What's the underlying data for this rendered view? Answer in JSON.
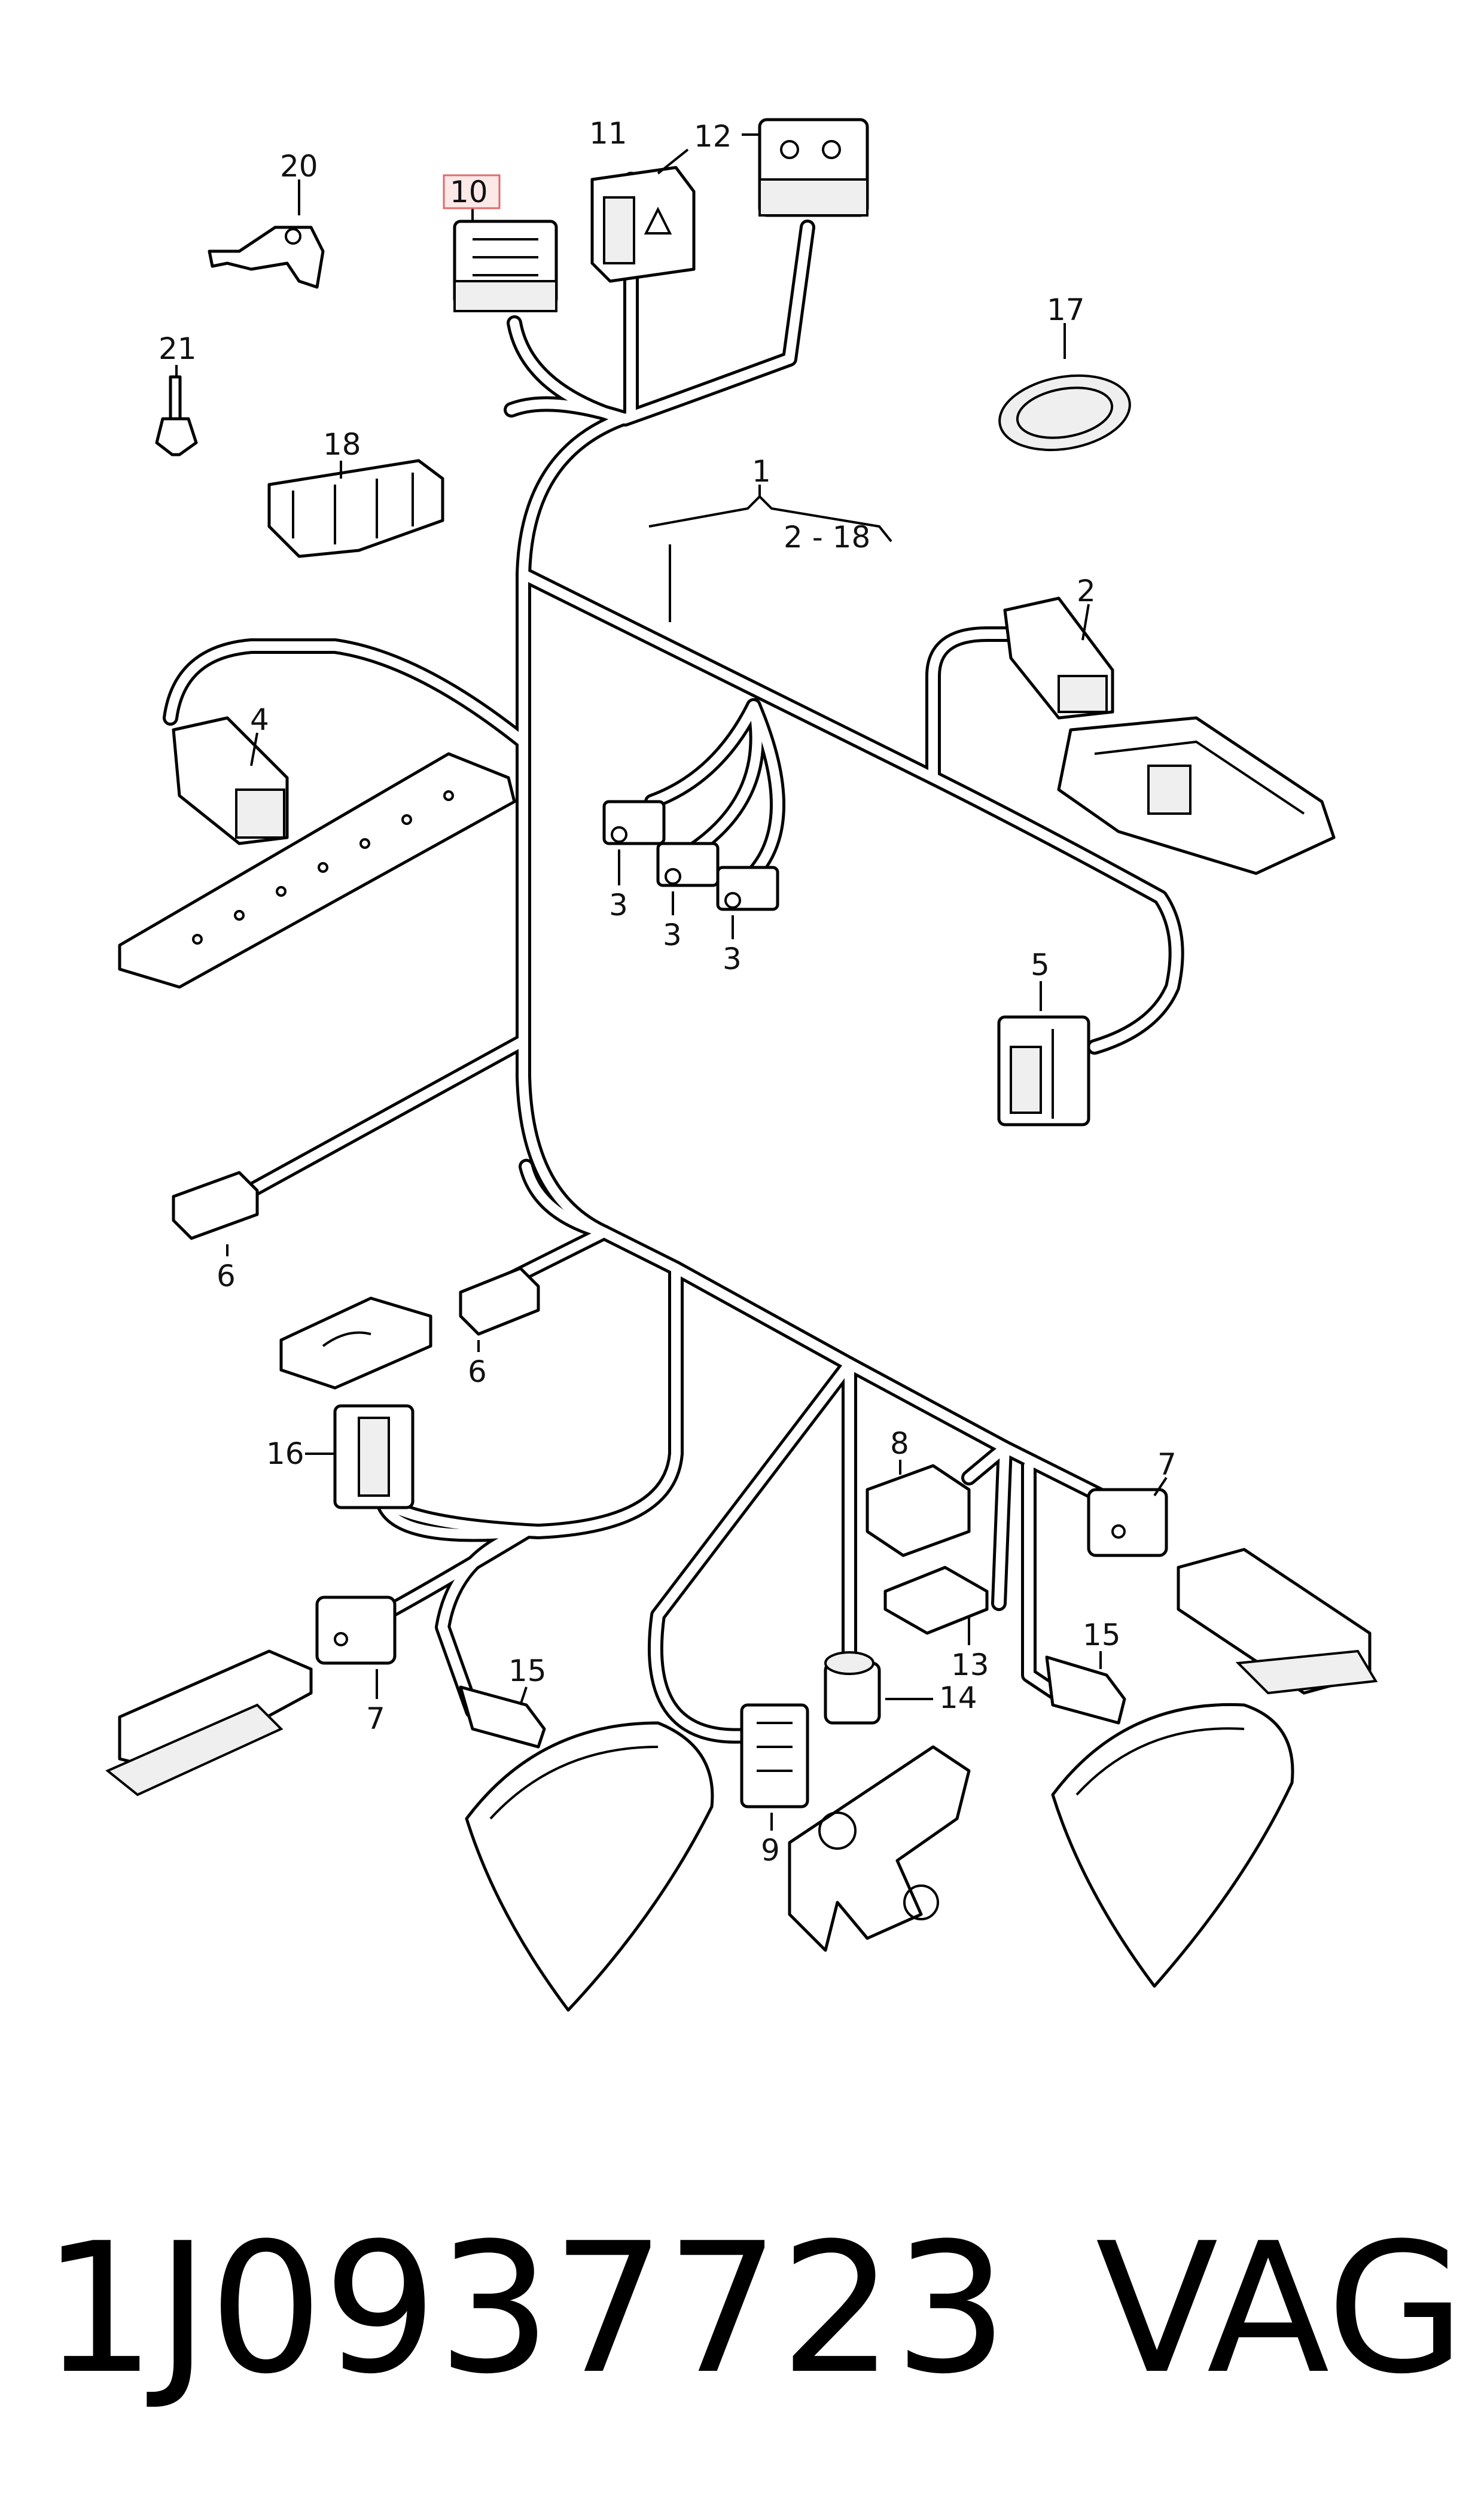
{
  "diagram": {
    "callouts": {
      "c1": "1",
      "c_range": "2 - 18",
      "c2": "2",
      "c3a": "3",
      "c3b": "3",
      "c3c": "3",
      "c4": "4",
      "c5": "5",
      "c6a": "6",
      "c6b": "6",
      "c7a": "7",
      "c7b": "7",
      "c8": "8",
      "c9": "9",
      "c10": "10",
      "c11": "11",
      "c12": "12",
      "c13": "13",
      "c14": "14",
      "c15a": "15",
      "c15b": "15",
      "c16": "16",
      "c17": "17",
      "c18": "18",
      "c20": "20",
      "c21": "21"
    },
    "highlight_color": "#e06a6a"
  },
  "footer": {
    "part_number": "1J0937723",
    "brand": "VAG"
  }
}
